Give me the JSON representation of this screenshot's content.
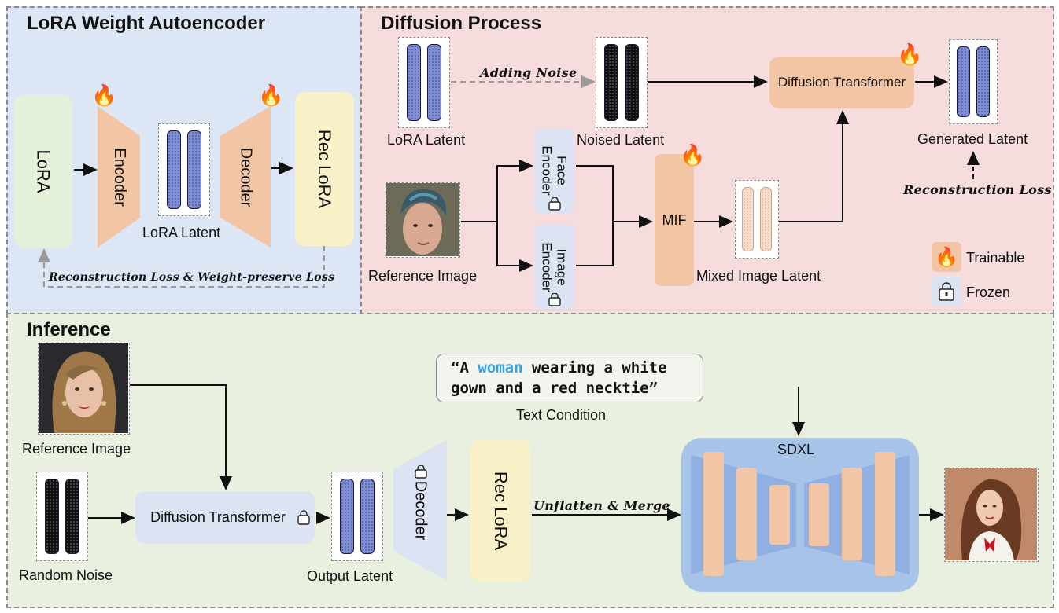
{
  "autoencoder": {
    "title": "LoRA Weight Autoencoder",
    "lora": "LoRA",
    "encoder": "Encoder",
    "decoder": "Decoder",
    "rec_lora": "Rec LoRA",
    "latent_label": "LoRA Latent",
    "loss": "Reconstruction Loss & Weight-preserve Loss"
  },
  "diffusion": {
    "title": "Diffusion Process",
    "lora_latent": "LoRA Latent",
    "adding_noise": "Adding Noise",
    "noised_latent": "Noised Latent",
    "diffusion_transformer": "Diffusion Transformer",
    "generated_latent": "Generated Latent",
    "reconstruction_loss": "Reconstruction Loss",
    "reference_image": "Reference Image",
    "face_encoder": "Face Encoder",
    "image_encoder": "Image Encoder",
    "mif": "MIF",
    "mixed_latent": "Mixed Image Latent"
  },
  "legend": {
    "trainable": "Trainable",
    "frozen": "Frozen"
  },
  "inference": {
    "title": "Inference",
    "reference_image": "Reference Image",
    "random_noise": "Random Noise",
    "diffusion_transformer": "Diffusion Transformer",
    "output_latent": "Output Latent",
    "decoder": "Decoder",
    "rec_lora": "Rec LoRA",
    "unflatten": "Unflatten & Merge",
    "sdxl": "SDXL",
    "prompt_open": "“A ",
    "prompt_highlight": "woman",
    "prompt_rest1": " wearing a white",
    "prompt_line2": "gown and a red necktie”",
    "text_condition": "Text Condition"
  },
  "colors": {
    "blue_panel": "#dce6f4",
    "pink_panel": "#f6dcdc",
    "green_panel": "#e9f0e0",
    "orange_module": "#f2c6a4",
    "highlight": "#3aa0e0"
  },
  "icons": [
    "fire-icon",
    "lock-icon"
  ]
}
